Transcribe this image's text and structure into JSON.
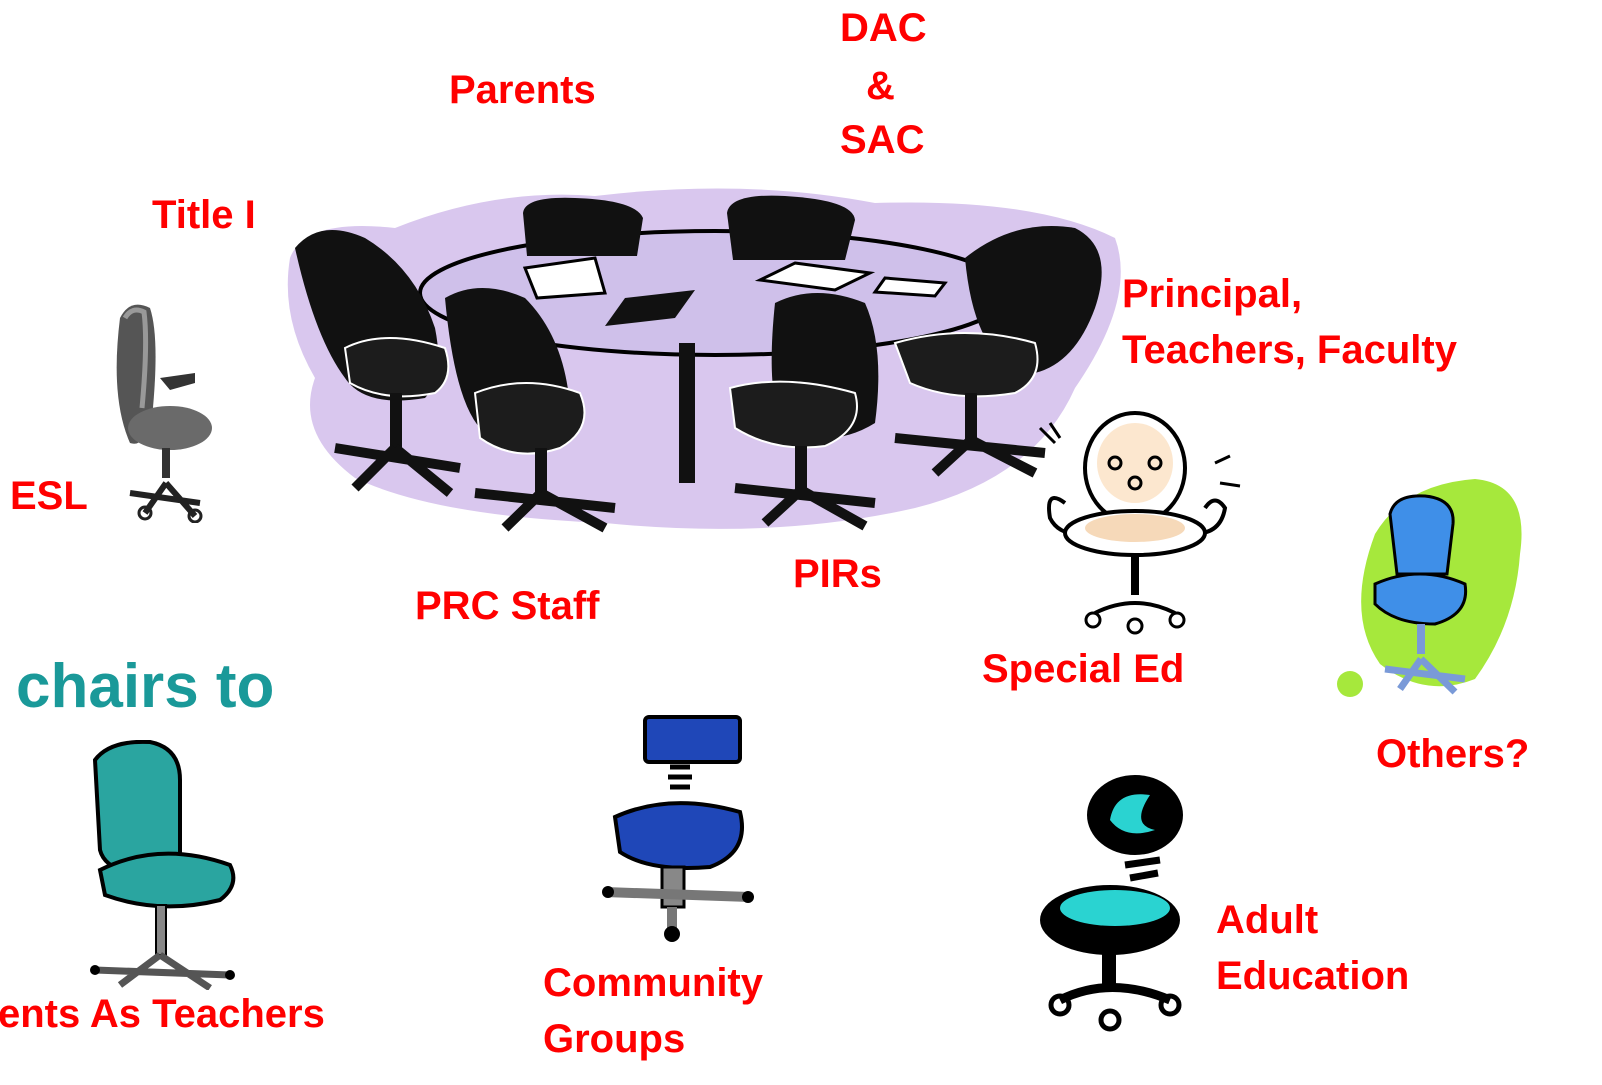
{
  "heading": "chairs to",
  "labels": {
    "dac": "DAC",
    "amp": "&",
    "sac": "SAC",
    "parents": "Parents",
    "title_i": "Title I",
    "principal_line1": "Principal,",
    "principal_line2": "Teachers, Faculty",
    "esl": "ESL",
    "pirs": "PIRs",
    "prc_staff": "PRC Staff",
    "special_ed": "Special Ed",
    "others": "Others?",
    "parents_as_teachers": "ents As Teachers",
    "community_line1": "Community",
    "community_line2": "Groups",
    "adult_line1": "Adult",
    "adult_line2": "Education"
  },
  "colors": {
    "label": "#ff0000",
    "heading": "#1a9999",
    "table_backdrop": "#d9c7ee",
    "teal_chair": "#2aa5a0",
    "blue_chair": "#1f47b8",
    "light_blue_chair": "#3f8fe8",
    "lime_blob": "#a6e83c",
    "cyan_chair": "#2ad3d1"
  },
  "icons": {
    "table": "conference-table-icon",
    "esl_chair": "gray-office-chair-icon",
    "special_ed_chair": "sketch-chair-icon",
    "others_chair": "blue-chair-icon",
    "pat_chair": "teal-chair-icon",
    "community_chair": "blue-stool-chair-icon",
    "adult_chair": "cyan-swivel-chair-icon"
  }
}
